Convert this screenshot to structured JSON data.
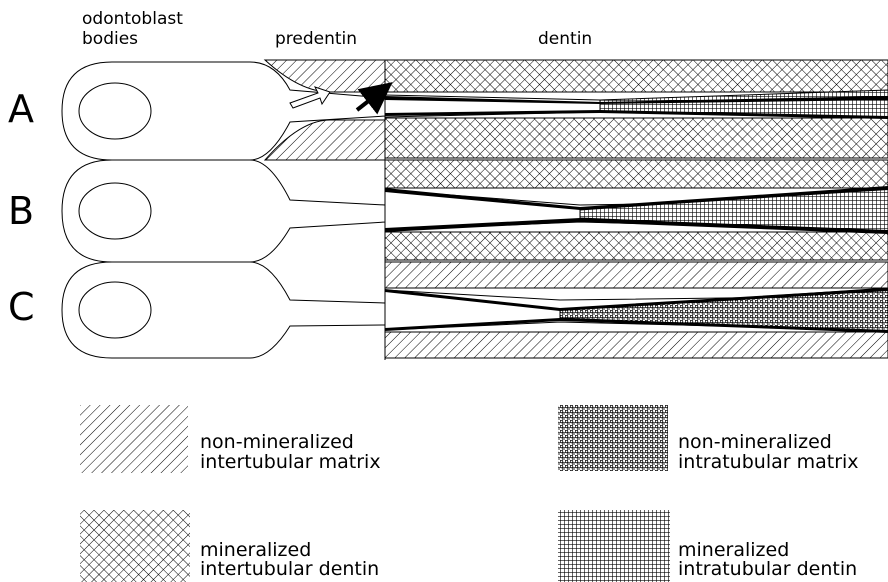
{
  "header": {
    "odontoblast_line1": "odontoblast",
    "odontoblast_line2": "bodies",
    "predentin": "predentin",
    "dentin": "dentin"
  },
  "rows": [
    {
      "letter": "A"
    },
    {
      "letter": "B"
    },
    {
      "letter": "C"
    }
  ],
  "legend": {
    "nonmin_inter_line1": "non-mineralized",
    "nonmin_inter_line2": "intertubular matrix",
    "nonmin_intra_line1": "non-mineralized",
    "nonmin_intra_line2": "intratubular matrix",
    "min_inter_line1": "mineralized",
    "min_inter_line2": "intertubular dentin",
    "min_intra_line1": "mineralized",
    "min_intra_line2": "intratubular dentin"
  }
}
